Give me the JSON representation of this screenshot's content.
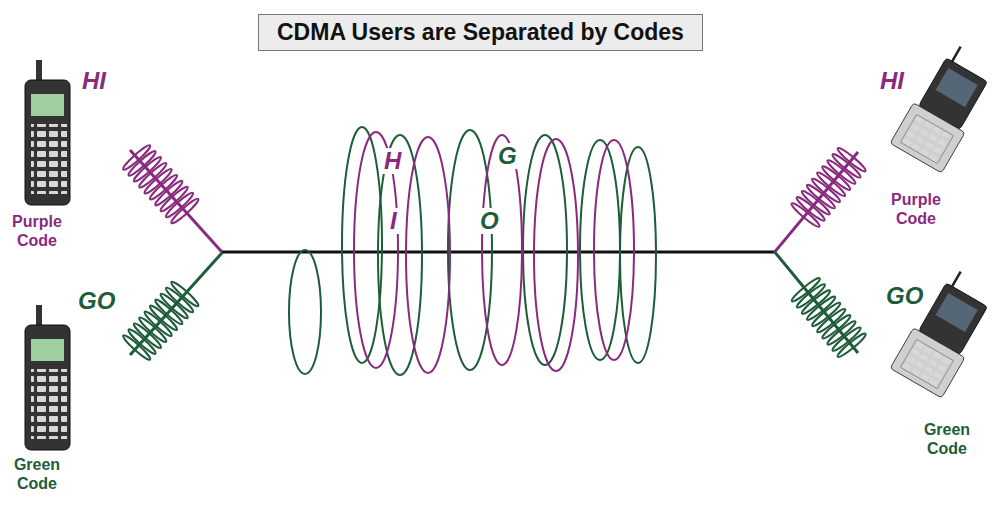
{
  "diagram": {
    "title": "CDMA Users are Separated by Codes",
    "labels": [
      "HI",
      "Purple Code",
      "GO",
      "Green Code",
      "H",
      "I",
      "G",
      "O",
      "HI",
      "Purple Code",
      "GO",
      "Green Code"
    ]
  }
}
